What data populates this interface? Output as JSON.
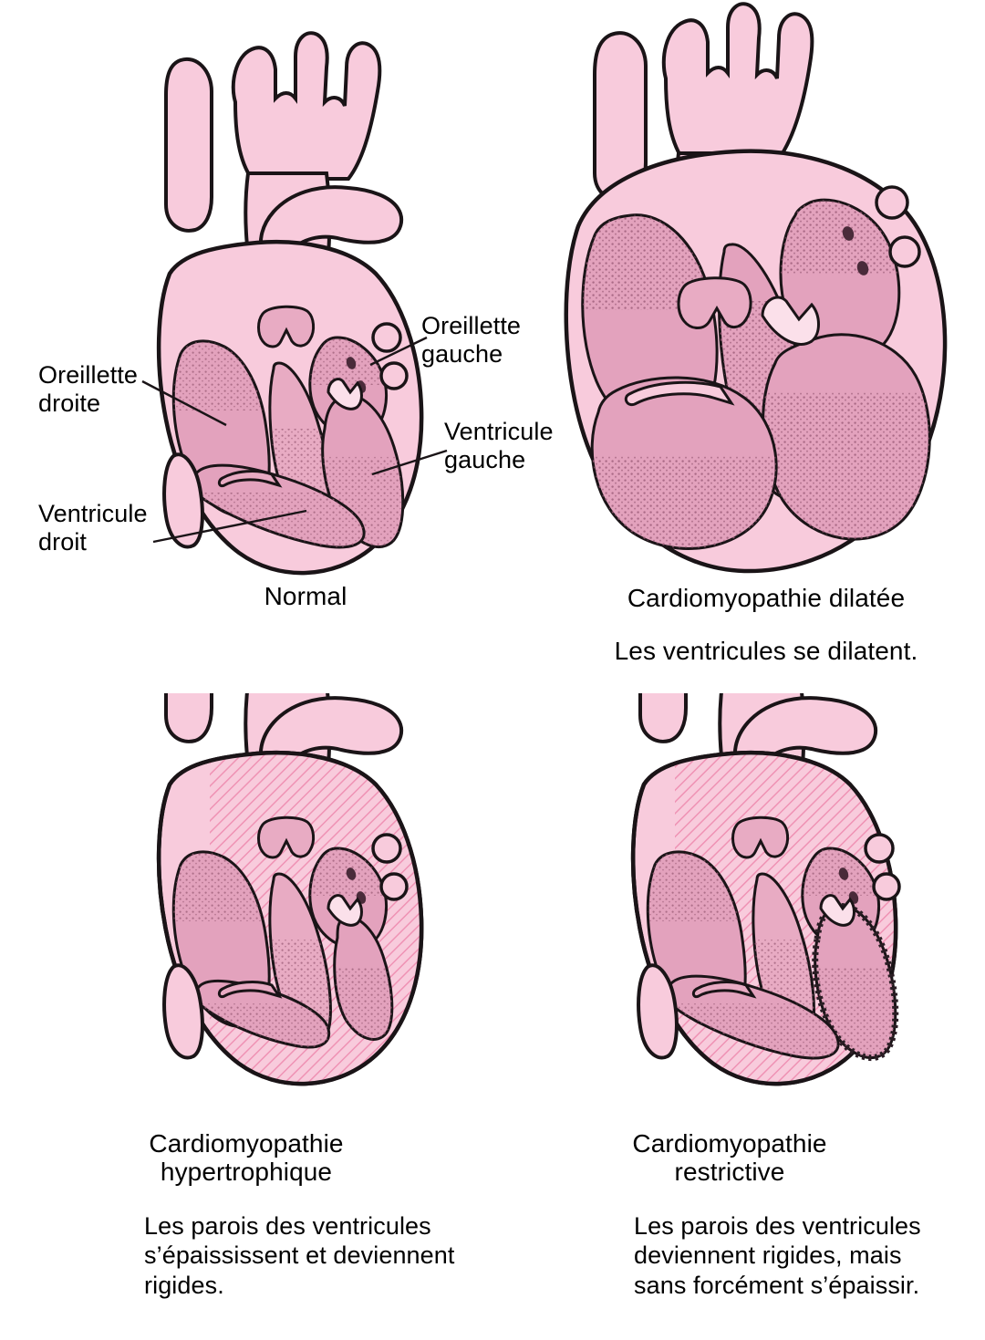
{
  "figure": {
    "subject": "Cardiomyopathies",
    "language": "fr",
    "background_color": "#ffffff"
  },
  "colors": {
    "wall_light_pink": "#f8cbdc",
    "chamber_rose": "#e3a2bd",
    "chamber_rose_light": "#e8abc3",
    "outline_black": "#1a1417",
    "hatch_pink": "#ef9bb9",
    "valve_pale": "#fbe0ea",
    "text_black": "#000000"
  },
  "panels": [
    {
      "id": "normal",
      "title": "Normal",
      "description": "",
      "annotations": [
        {
          "id": "oreillette-droite",
          "label": "Oreillette\ndroite"
        },
        {
          "id": "oreillette-gauche",
          "label": "Oreillette\ngauche"
        },
        {
          "id": "ventricule-gauche",
          "label": "Ventricule\ngauche"
        },
        {
          "id": "ventricule-droit",
          "label": "Ventricule\ndroit"
        }
      ]
    },
    {
      "id": "dilated",
      "title": "Cardiomyopathie dilatée",
      "description": "Les ventricules se dilatent.",
      "annotations": []
    },
    {
      "id": "hypertrophic",
      "title": "Cardiomyopathie\nhypertrophique",
      "description": "Les parois des ventricules\ns’épaississent et deviennent\nrigides.",
      "annotations": []
    },
    {
      "id": "restrictive",
      "title": "Cardiomyopathie\nrestrictive",
      "description": "Les parois des ventricules\ndeviennent rigides, mais\nsans forcément s’épaissir.",
      "annotations": []
    }
  ]
}
